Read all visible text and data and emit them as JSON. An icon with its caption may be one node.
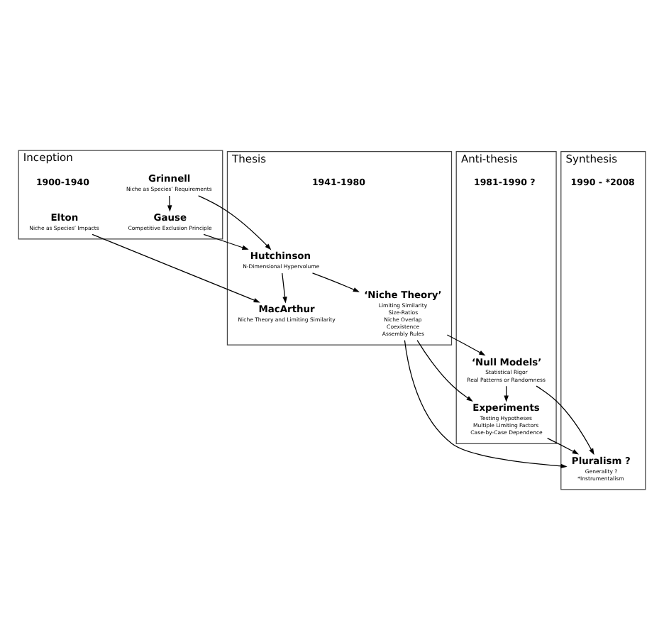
{
  "diagram": {
    "nodes": [
      {
        "text": [
          "Inception"
        ],
        "beside": [
          "1900-1940"
        ]
      },
      {
        "text": [
          "Grinnell",
          "Niche as Species’ Requirements"
        ],
        "in": 0
      },
      {
        "text": [
          "Gause",
          "Competitive Exclusion Principle"
        ],
        "in": 0
      },
      {
        "text": [
          "Elton",
          "Niche as Species’ Impacts"
        ],
        "in": 0
      },
      {
        "text": [
          "Thesis"
        ],
        "beside": [
          "1941-1980"
        ]
      },
      {
        "text": [
          "Hutchinson",
          "N-Dimensional Hypervolume"
        ],
        "in": 4
      },
      {
        "text": [
          "MacArthur",
          "Niche Theory and Limiting Similarity"
        ],
        "in": 4
      },
      {
        "text": [
          "‘Niche Theory’",
          "Limiting Similarity",
          "Size-Ratios",
          "Niche Overlap",
          "Coexistence",
          "Assembly Rules"
        ],
        "in": 4
      },
      {
        "text": [
          "Anti-thesis"
        ],
        "beside": [
          "1981-1990 ?"
        ]
      },
      {
        "text": [
          "‘Null Models’",
          "Statistical Rigor",
          "Real Patterns or Randomness"
        ],
        "in": 8
      },
      {
        "text": [
          "Experiments",
          "Testing Hypotheses",
          "Multiple Limiting Factors",
          "Case-by-Case Dependence"
        ],
        "in": 8
      },
      {
        "text": [
          "Synthesis"
        ],
        "beside": [
          "1990 - *2008"
        ]
      },
      {
        "text": [
          "Pluralism ?",
          "Generality ?",
          "*Instrumentalism"
        ],
        "in": 11
      }
    ],
    "edges": [
      {
        "from": 1,
        "to": 2,
        "arrow": "to"
      },
      {
        "from": 1,
        "to": 5,
        "arrow": "to"
      },
      {
        "from": 2,
        "to": 5,
        "arrow": "to"
      },
      {
        "from": 3,
        "to": 6,
        "arrow": "to"
      },
      {
        "from": 5,
        "to": 6,
        "arrow": "to"
      },
      {
        "from": 5,
        "to": 7,
        "arrow": "to"
      },
      {
        "from": 7,
        "to": 9,
        "arrow": "to"
      },
      {
        "from": 7,
        "to": 10,
        "arrow": "to"
      },
      {
        "from": 9,
        "to": 10,
        "arrow": "to"
      },
      {
        "from": 9,
        "to": 12,
        "arrow": "to"
      },
      {
        "from": 7,
        "to": 12,
        "arrow": "to"
      },
      {
        "from": 10,
        "to": 12,
        "arrow": "to"
      }
    ]
  }
}
